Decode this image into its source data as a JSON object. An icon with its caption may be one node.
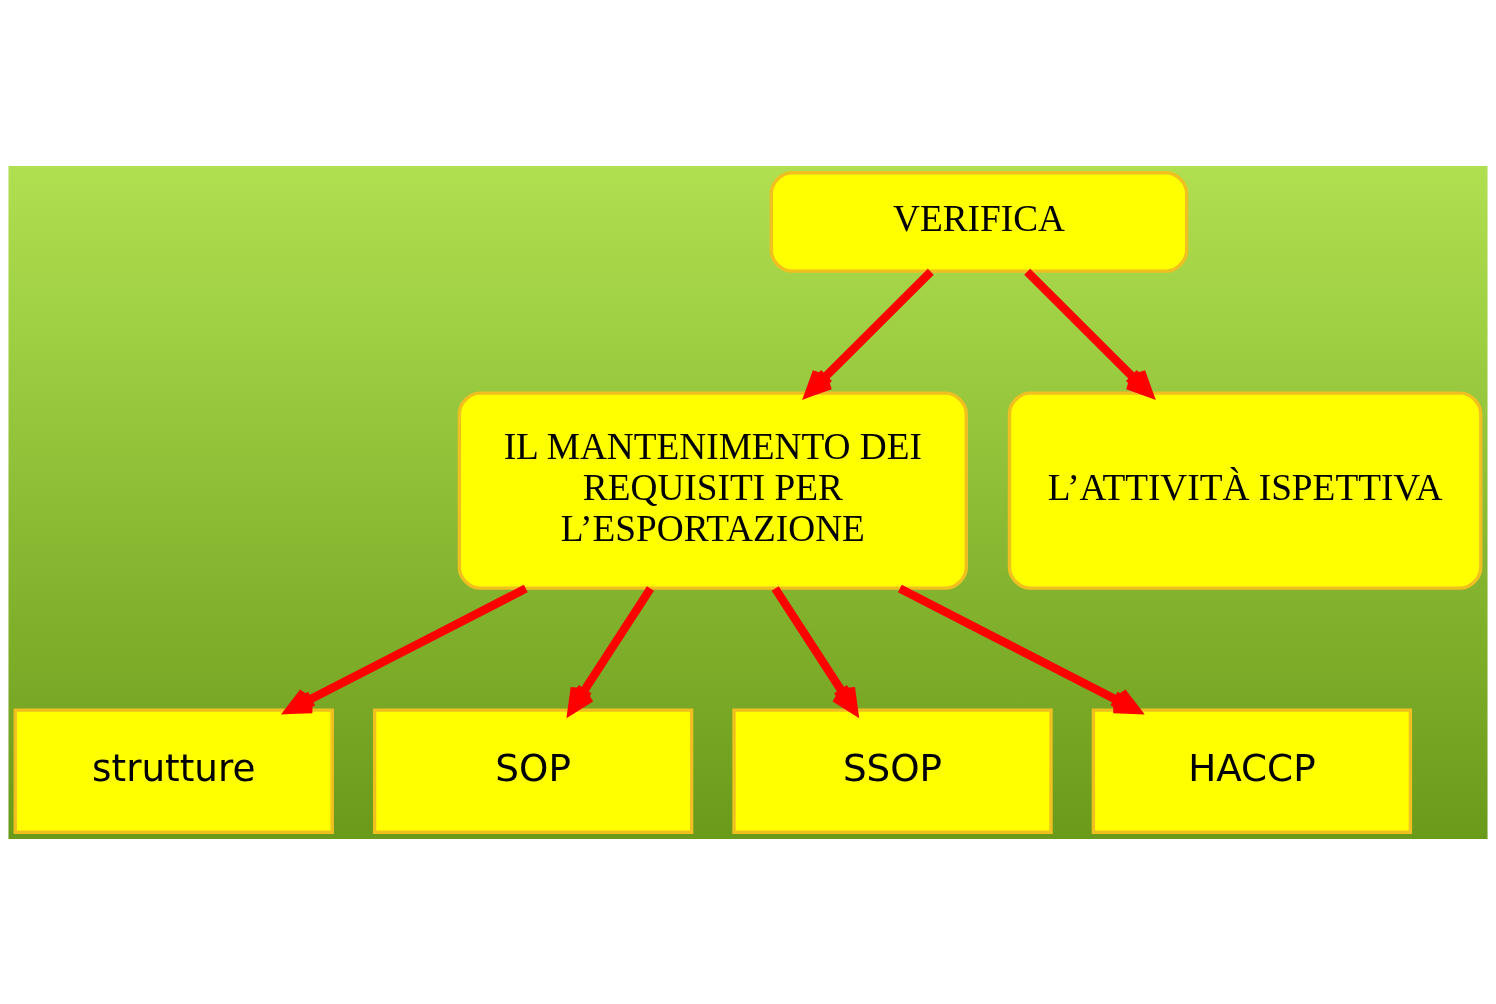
{
  "diagram": {
    "nodes": [
      {
        "text": [
          "VERIFICA"
        ]
      },
      {
        "text": [
          "IL MANTENIMENTO DEI REQUISITI PER L’ESPORTAZIONE"
        ]
      },
      {
        "text": [
          "L’ATTIVITÀ ISPETTIVA"
        ]
      },
      {
        "text": [
          "strutture"
        ]
      },
      {
        "text": [
          "SOP"
        ]
      },
      {
        "text": [
          "SSOP"
        ]
      },
      {
        "text": [
          "HACCP"
        ]
      }
    ],
    "edges": [
      {
        "from": 0,
        "to": 1,
        "arrow": "to"
      },
      {
        "from": 0,
        "to": 2,
        "arrow": "to"
      },
      {
        "from": 1,
        "to": 3,
        "arrow": "to"
      },
      {
        "from": 1,
        "to": 4,
        "arrow": "to"
      },
      {
        "from": 1,
        "to": 5,
        "arrow": "to"
      },
      {
        "from": 1,
        "to": 6,
        "arrow": "to"
      }
    ]
  }
}
